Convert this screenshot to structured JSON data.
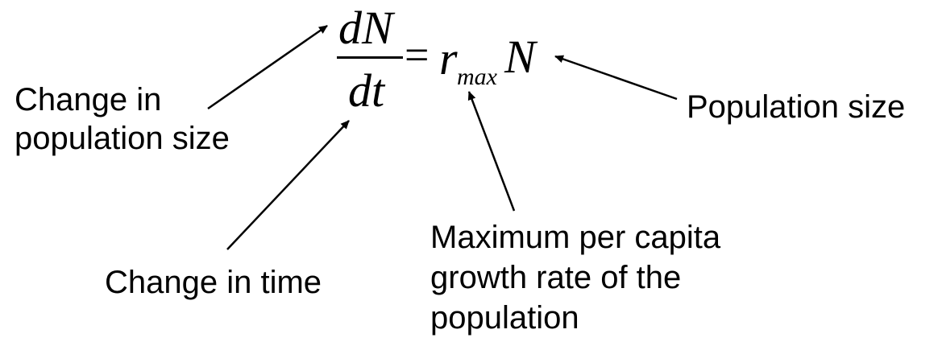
{
  "equation": {
    "numerator": "dN",
    "denominator": "dt",
    "equals": "=",
    "rate_symbol": "r",
    "rate_subscript": "max",
    "population_symbol": "N"
  },
  "annotations": {
    "change_in_population_size": [
      "Change in",
      "population size"
    ],
    "change_in_time": "Change in time",
    "population_size": "Population size",
    "max_growth_rate": [
      "Maximum per capita",
      "growth rate of the",
      "population"
    ]
  }
}
